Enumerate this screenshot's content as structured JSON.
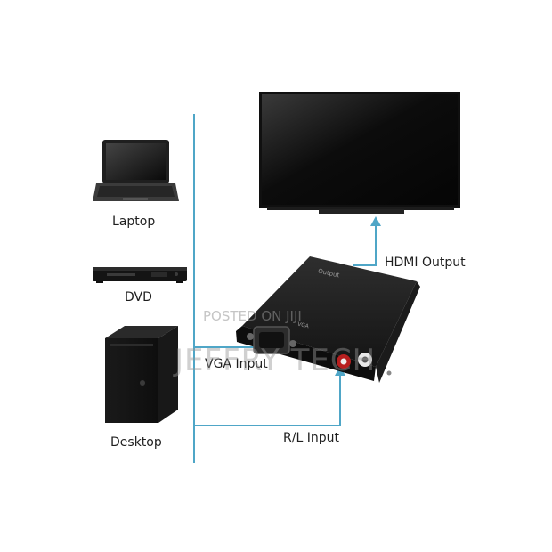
{
  "labels": {
    "laptop": "Laptop",
    "dvd": "DVD",
    "desktop": "Desktop",
    "hdmi_output": "HDMI Output",
    "vga_input": "VGA Input",
    "rl_input": "R/L Input"
  },
  "device": {
    "top_label": "Output",
    "port_label": "VGA"
  },
  "watermark": {
    "posted": "POSTED ON JIJI",
    "brand": "JEFFRY TECH"
  },
  "colors": {
    "line": "#4fa6c7",
    "device": "#1a1a1a"
  }
}
